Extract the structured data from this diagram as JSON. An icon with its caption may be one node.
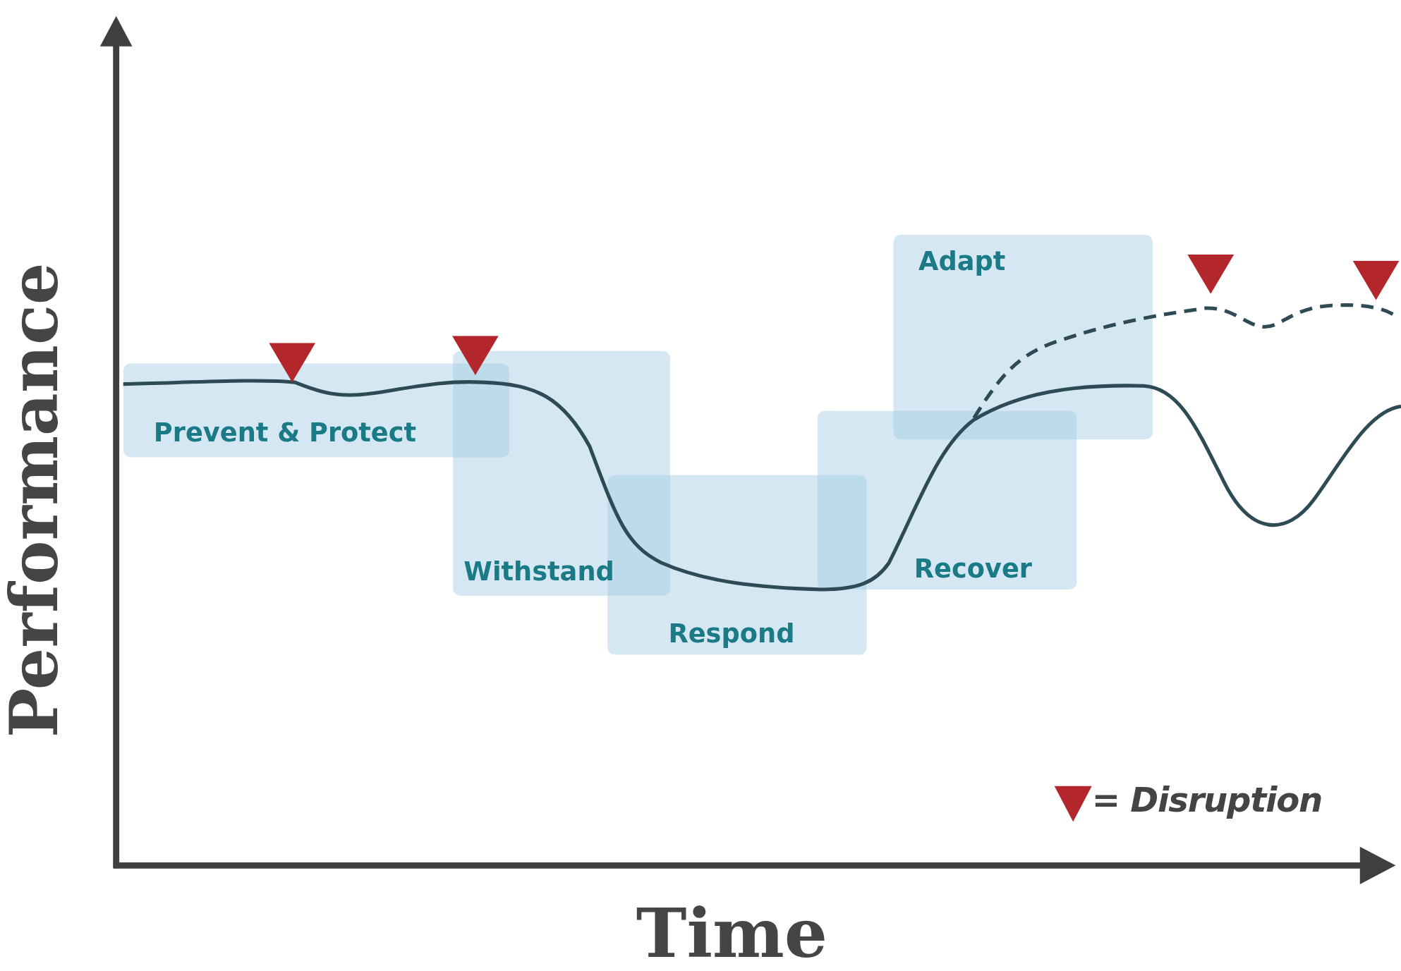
{
  "diagram": {
    "nodes": [
      {
        "text": [
          "Prevent & Protect"
        ]
      },
      {
        "text": [
          "Withstand"
        ]
      },
      {
        "text": [
          "Respond"
        ]
      },
      {
        "text": [
          "Recover"
        ]
      },
      {
        "text": [
          "Adapt"
        ]
      }
    ],
    "labels": [
      "Performance",
      "Time"
    ],
    "legend": [
      {
        "text": "= Disruption"
      }
    ]
  }
}
